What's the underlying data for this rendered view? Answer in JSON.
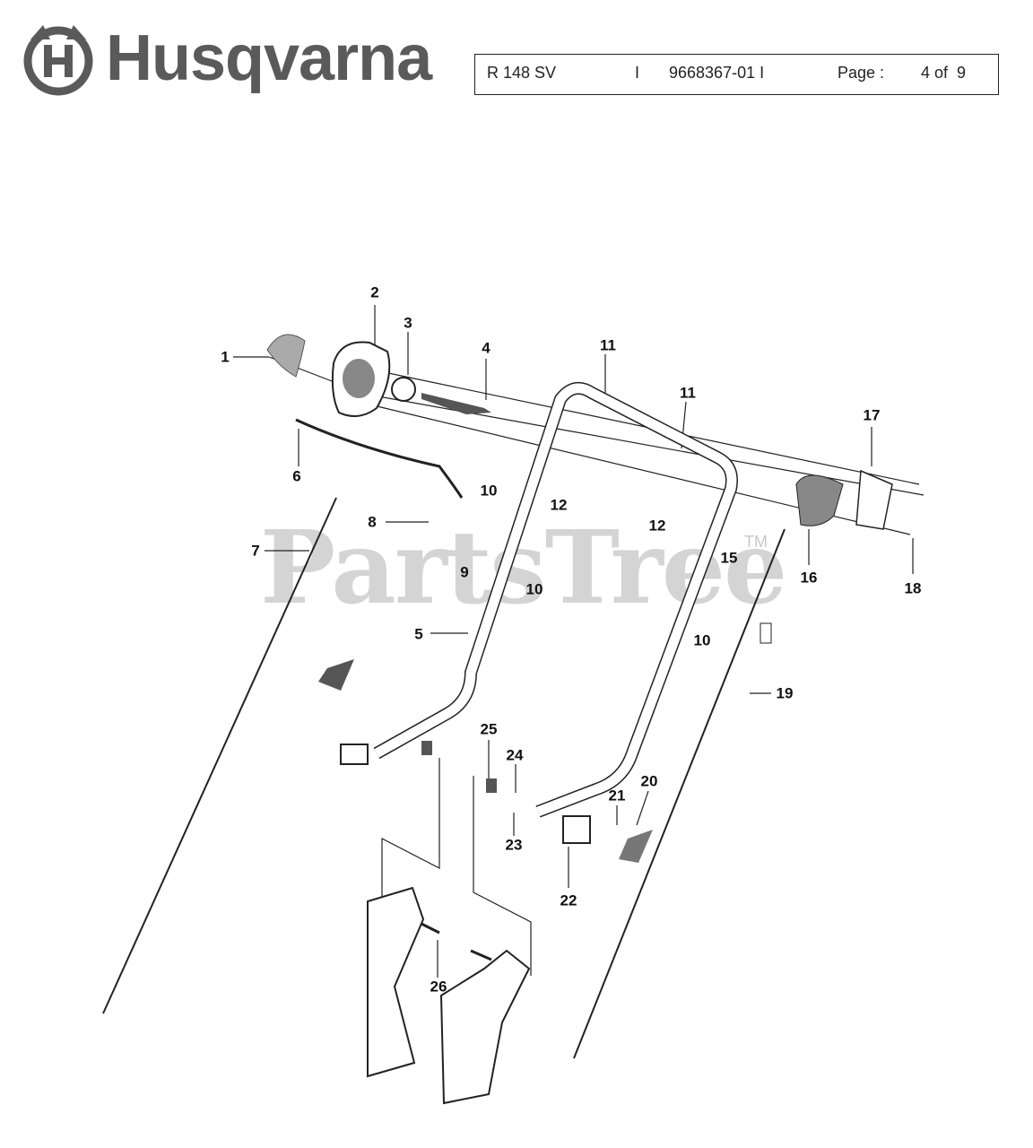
{
  "brand": {
    "name": "Husqvarna"
  },
  "header": {
    "model": "R 148 SV",
    "sep1": "I",
    "part_number": "9668367-01 I",
    "page_label": "Page :",
    "page_value": "4 of  9"
  },
  "watermark": {
    "text": "PartsTree",
    "tm": "TM"
  },
  "callouts": [
    "1",
    "2",
    "3",
    "4",
    "11",
    "11",
    "17",
    "6",
    "10",
    "12",
    "8",
    "12",
    "15",
    "7",
    "9",
    "10",
    "16",
    "18",
    "5",
    "10",
    "19",
    "25",
    "24",
    "20",
    "21",
    "23",
    "22",
    "26"
  ]
}
